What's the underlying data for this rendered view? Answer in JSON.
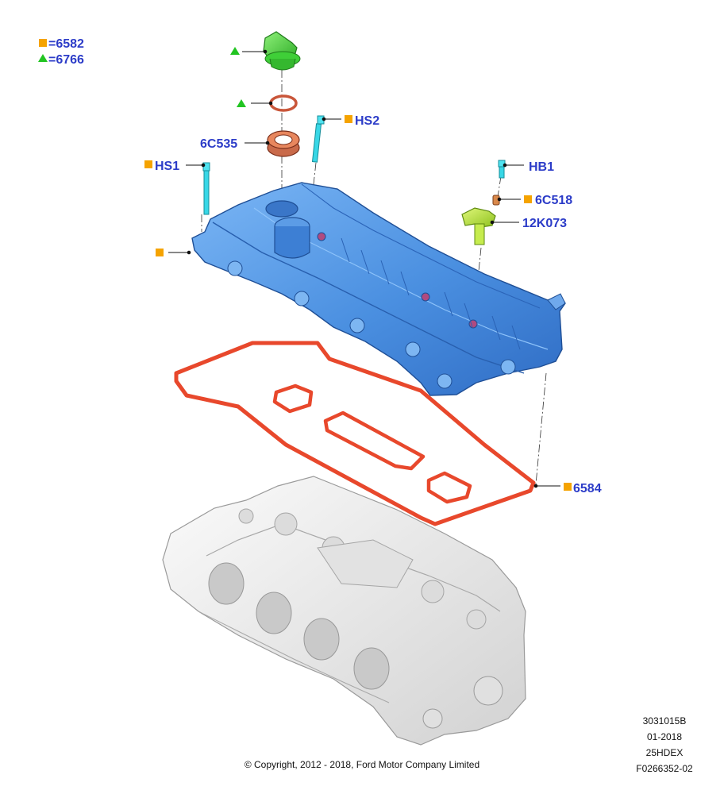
{
  "legend": {
    "square_symbol": "■",
    "triangle_symbol": "▲",
    "square_text": "=6582",
    "triangle_text": "=6766"
  },
  "callouts": {
    "hs1": "HS1",
    "hs2": "HS2",
    "c6c535": "6C535",
    "hb1": "HB1",
    "c6c518": "6C518",
    "c12k073": "12K073",
    "c6584": "6584"
  },
  "meta": {
    "ref": "3031015B",
    "date": "01-2018",
    "code": "25HDEX",
    "figure": "F0266352-02",
    "copyright": "© Copyright, 2012 - 2018, Ford Motor Company Limited"
  },
  "colors": {
    "callout": "#2c3cc8",
    "square_marker": "#f5a300",
    "triangle_marker": "#22c422",
    "cover": "#4a8fe0",
    "gasket": "#e8482c",
    "cap": "#3fd83a",
    "sensor": "#b8e63c",
    "bolt": "#38d7e6",
    "head": "#e8e8e8"
  },
  "icons": {
    "square": "square-marker-icon",
    "triangle": "triangle-marker-icon"
  }
}
